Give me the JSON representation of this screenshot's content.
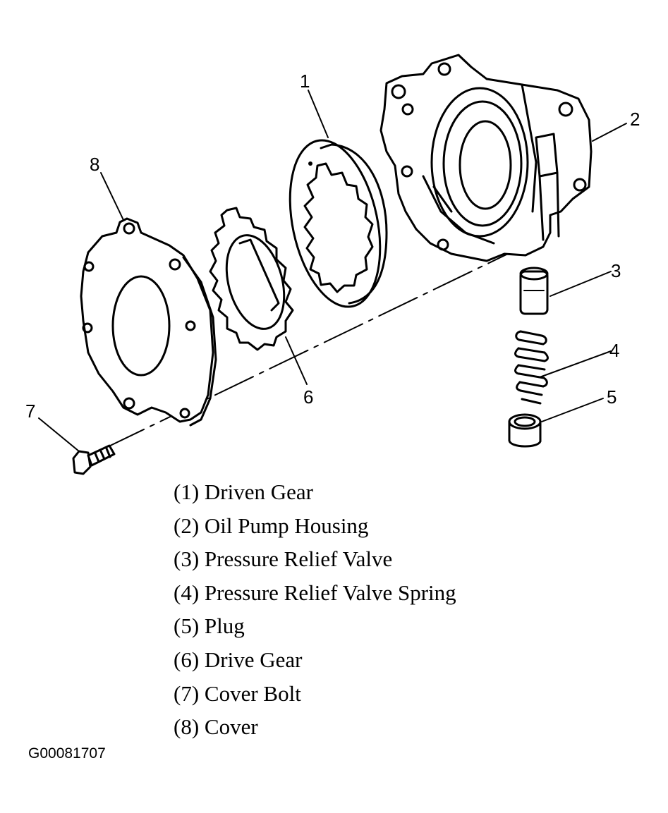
{
  "diagram": {
    "callouts": [
      "1",
      "2",
      "3",
      "4",
      "5",
      "6",
      "7",
      "8"
    ]
  },
  "legend": [
    "(1) Driven Gear",
    "(2) Oil Pump Housing",
    "(3) Pressure Relief Valve",
    "(4) Pressure Relief Valve Spring",
    "(5) Plug",
    "(6) Drive Gear",
    "(7) Cover Bolt",
    "(8) Cover"
  ],
  "figure_id": "G00081707"
}
